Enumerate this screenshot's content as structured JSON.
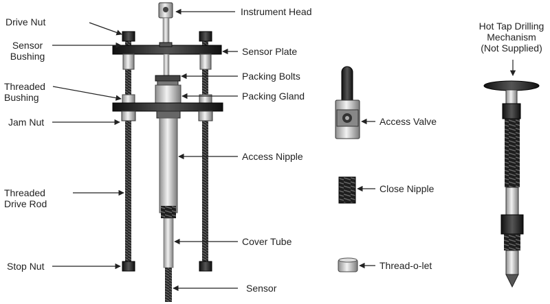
{
  "labels": {
    "instrument_head": "Instrument Head",
    "drive_nut": "Drive Nut",
    "sensor_bushing": [
      "Sensor",
      "Bushing"
    ],
    "sensor_plate": "Sensor Plate",
    "packing_bolts": "Packing Bolts",
    "threaded_bushing": [
      "Threaded",
      "Bushing"
    ],
    "packing_gland": "Packing Gland",
    "jam_nut": "Jam Nut",
    "access_valve": "Access Valve",
    "access_nipple": "Access Nipple",
    "threaded_drive_rod": [
      "Threaded",
      "Drive Rod"
    ],
    "close_nipple": "Close Nipple",
    "cover_tube": "Cover Tube",
    "stop_nut": "Stop Nut",
    "thread_o_let": "Thread-o-let",
    "sensor": "Sensor",
    "hot_tap": [
      "Hot Tap Drilling",
      "Mechanism",
      "(Not Supplied)"
    ]
  }
}
